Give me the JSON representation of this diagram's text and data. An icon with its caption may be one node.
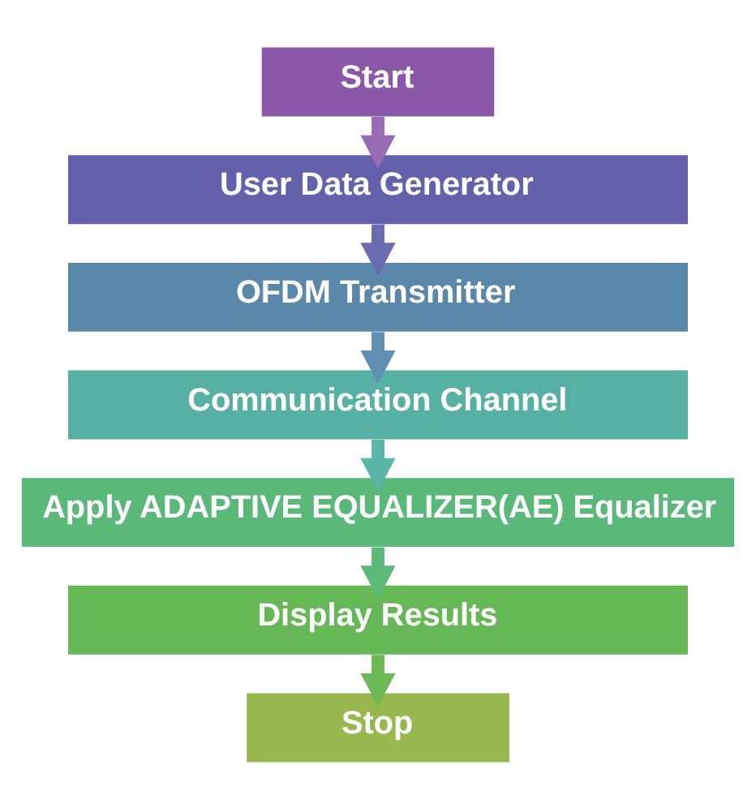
{
  "diagram": {
    "nodes": [
      {
        "text": [
          "Start"
        ]
      },
      {
        "text": [
          "User Data Generator"
        ]
      },
      {
        "text": [
          "OFDM Transmitter"
        ]
      },
      {
        "text": [
          "Communication Channel"
        ]
      },
      {
        "text": [
          "Apply ADAPTIVE EQUALIZER(AE) Equalizer"
        ]
      },
      {
        "text": [
          "Display Results"
        ]
      },
      {
        "text": [
          "Stop"
        ]
      }
    ],
    "edges": [
      {
        "from": 0,
        "to": 1,
        "arrow": "to",
        "color": "#9a6bb5"
      },
      {
        "from": 1,
        "to": 2,
        "arrow": "to",
        "color": "#6a6bb0"
      },
      {
        "from": 2,
        "to": 3,
        "arrow": "to",
        "color": "#5f90b3"
      },
      {
        "from": 3,
        "to": 4,
        "arrow": "to",
        "color": "#5ab6a6"
      },
      {
        "from": 4,
        "to": 5,
        "arrow": "to",
        "color": "#5cba78"
      },
      {
        "from": 5,
        "to": 6,
        "arrow": "to",
        "color": "#6cba55"
      }
    ]
  }
}
